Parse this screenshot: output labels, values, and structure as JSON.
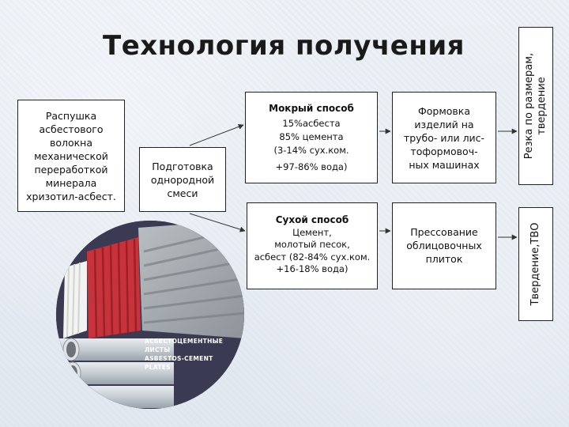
{
  "title": "Технология получения",
  "boxes": {
    "fiber": [
      "Распушка",
      "асбестового",
      "волокна",
      "механической",
      "переработкой",
      "минерала",
      "хризотил-асбест."
    ],
    "prep": [
      "Подготовка",
      "однородной",
      "смеси"
    ],
    "wet": {
      "heading": "Мокрый способ",
      "lines": [
        "15%асбеста",
        "85% цемента",
        "(3-14% сух.ком."
      ],
      "last": "+97-86% вода)"
    },
    "dry": {
      "heading": "Сухой способ",
      "lines": [
        "Цемент,",
        "молотый песок,",
        "асбест (82-84% сух.ком.",
        "+16-18% вода)"
      ]
    },
    "molding": [
      "Формовка",
      "изделий на",
      "трубо- или лис-",
      "тоформовоч-",
      "ных машинах"
    ],
    "pressing": [
      "Прессование",
      "облицовочных",
      "плиток"
    ]
  },
  "side": {
    "cutting": [
      "Резка по размерам,",
      "твердение"
    ],
    "hardening": "Твердение,ТВО"
  },
  "photo_caption": [
    "АСБЕСТОЦЕМЕНТНЫЕ",
    "ЛИСТЫ",
    "ASBESTOS-CEMENT",
    "PLATES"
  ],
  "colors": {
    "background": "#e8edf3",
    "box_border": "#222222",
    "photo_circle": "#3a3a52",
    "red_sheet": "#c8323a"
  }
}
